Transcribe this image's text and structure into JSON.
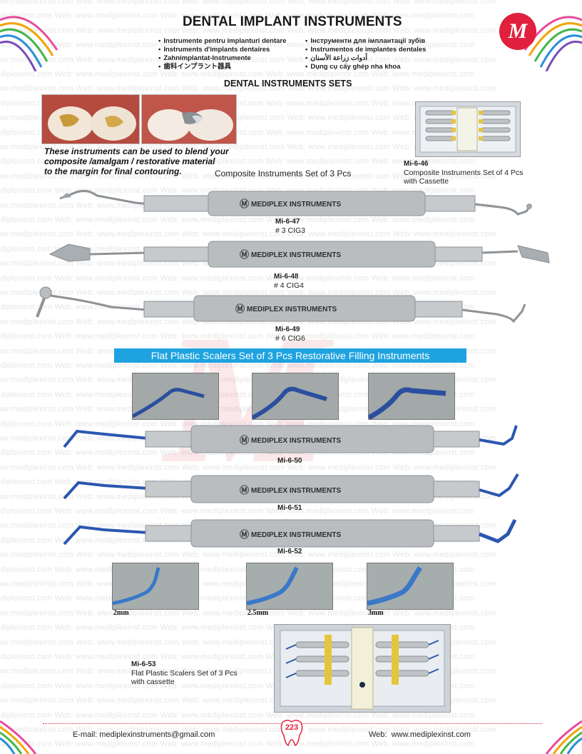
{
  "header": {
    "title": "DENTAL IMPLANT INSTRUMENTS",
    "languages_left": [
      "Instrumente pentru implanturi dentare",
      "Instruments d'implants dentaires",
      "Zahnimplantat-Instrumente",
      "歯科インプラント器具"
    ],
    "languages_right": [
      "Інструменти для імплантації зубів",
      "Instrumentos de implantes dentales",
      "أدوات زراعة الأسنان",
      "Dụng cụ cấy ghép nha khoa"
    ],
    "subtitle": "DENTAL INSTRUMENTS SETS"
  },
  "note": {
    "lines": [
      "These instruments can be used to blend your",
      "composite /amalgam / restorative material",
      "to the margin for final contouring."
    ]
  },
  "watermark": {
    "line_text": "www.mediplexinst.com    Web:  www.mediplexinst.com    Web:  www.mediplexinst.com    Web:  www.mediplexinst.com    Web:  www.mediplexinst.com"
  },
  "composite_set": {
    "title": "Composite Instruments Set of 3 Pcs",
    "handle_brand": "MEDIPLEX INSTRUMENTS",
    "cassette": {
      "code": "Mi-6-46",
      "desc_line1": "Composite Instruments Set of 4 Pcs",
      "desc_line2": "with Cassette"
    },
    "items": [
      {
        "code": "Mi-6-47",
        "desc": "# 3 CIG3"
      },
      {
        "code": "Mi-6-48",
        "desc": "# 4 CIG4"
      },
      {
        "code": "Mi-6-49",
        "desc": "# 6 CIG6"
      }
    ]
  },
  "flat_set": {
    "banner": "Flat Plastic Scalers Set of 3 Pcs Restorative Filling Instruments",
    "handle_brand": "MEDIPLEX INSTRUMENTS",
    "items": [
      {
        "code": "Mi-6-50"
      },
      {
        "code": "Mi-6-51"
      },
      {
        "code": "Mi-6-52"
      }
    ],
    "tip_sizes": [
      "2mm",
      "2.5mm",
      "3mm"
    ],
    "cassette": {
      "code": "Mi-6-53",
      "desc_line1": "Flat Plastic Scalers Set of 3 Pcs",
      "desc_line2": "with cassette"
    }
  },
  "footer": {
    "email_label": "E-mail:",
    "email": "mediplexinstruments@gmail.com",
    "web_label": "Web:",
    "web": "www.mediplexinst.com",
    "page_number": "223"
  },
  "colors": {
    "accent_red": "#e0203c",
    "banner_blue": "#1fa3e0",
    "instrument_blue": "#2b57b0",
    "steel": "#b9bdc0"
  }
}
